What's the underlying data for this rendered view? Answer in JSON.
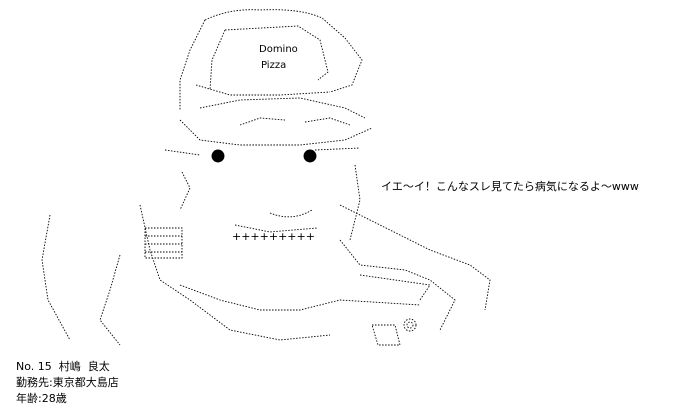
{
  "hat": {
    "line1": "Domino",
    "line2": "Pizza"
  },
  "speech": "イエ～イ！こんなスレ見てたら病気になるよ～www",
  "caption": {
    "line1": "No. 15  村嶋  良太",
    "line2": "勤務先:東京都大島店",
    "line3": "年齢:28歳"
  },
  "art_icons": [
    "pizza-delivery-man-ascii-art",
    "pizza-box-icon",
    "map-icon"
  ]
}
